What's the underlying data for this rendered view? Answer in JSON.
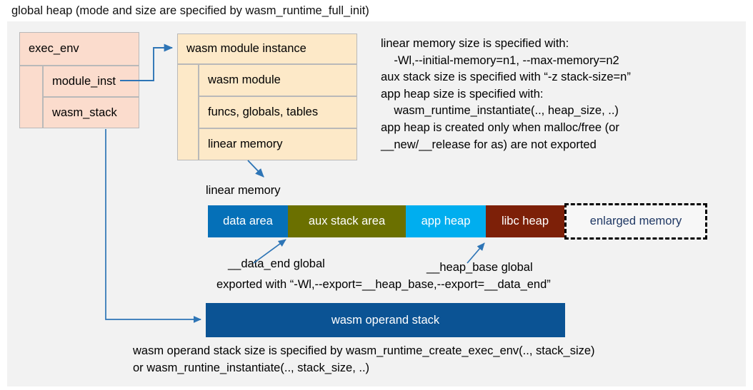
{
  "title": "global heap (mode and size are specified by wasm_runtime_full_init)",
  "exec_env": {
    "header": "exec_env",
    "fields": [
      "module_inst",
      "wasm_stack"
    ]
  },
  "module_instance": {
    "header": "wasm module instance",
    "fields": [
      "wasm module",
      "funcs, globals, tables",
      "linear memory"
    ]
  },
  "notes": {
    "right_block": "linear memory size is specified with:\n    -Wl,--initial-memory=n1, --max-memory=n2\naux stack size is specified with “-z stack-size=n”\napp heap size is specified with:\n    wasm_runtime_instantiate(.., heap_size, ..)\napp heap is created only when malloc/free (or\n__new/__release for as) are not exported",
    "data_end_label": "__data_end global",
    "heap_base_label": "__heap_base global",
    "exported_with": "exported with “-Wl,--export=__heap_base,--export=__data_end”",
    "operand_stack_note": "wasm operand stack size is specified by wasm_runtime_create_exec_env(.., stack_size)\nor wasm_runtine_instantiate(.., stack_size, ..)"
  },
  "linear_memory": {
    "caption": "linear memory",
    "segments": [
      {
        "label": "data area",
        "color": "#0570b8"
      },
      {
        "label": "aux stack area",
        "color": "#6b7000"
      },
      {
        "label": "app heap",
        "color": "#00aeef"
      },
      {
        "label": "libc heap",
        "color": "#7d2008"
      },
      {
        "label": "enlarged memory",
        "color": "#f7f7f7"
      }
    ]
  },
  "operand_stack": {
    "label": "wasm operand stack",
    "color": "#0b5394"
  },
  "colors": {
    "panel_background": "#f2f2f2",
    "exec_env_fill": "#fbdccd",
    "module_instance_fill": "#fde9c8",
    "connector": "#2e75b6",
    "box_border": "#b9b9b9"
  }
}
